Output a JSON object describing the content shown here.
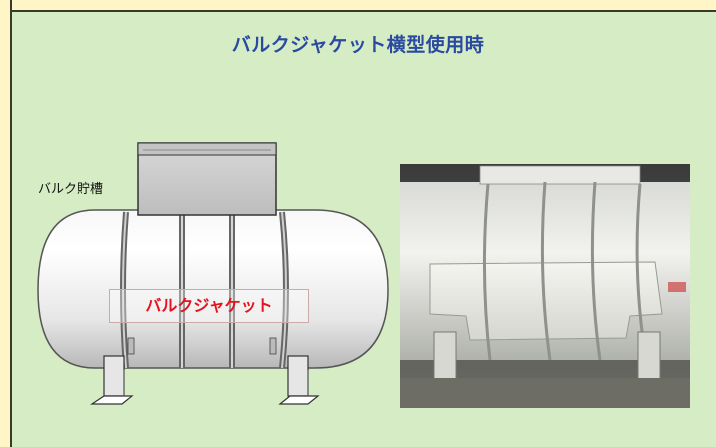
{
  "title": "バルクジャケット横型使用時",
  "diagram": {
    "tank_label": "バルク貯槽",
    "jacket_label": "バルクジャケット"
  },
  "photo": {
    "description_icon": "bulk-tank-photo-icon"
  },
  "colors": {
    "panel_bg": "#d6ecc4",
    "top_band": "#fff6c8",
    "title": "#2a4aa0",
    "jacket_text": "#e4141e"
  }
}
